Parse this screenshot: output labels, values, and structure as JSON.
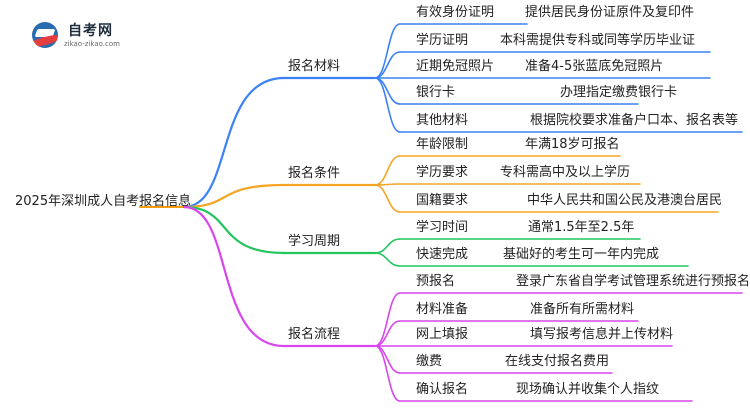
{
  "brand": {
    "name": "自考网",
    "url": "zikao-zikao.com"
  },
  "root": "2025年深圳成人自考报名信息",
  "colors": {
    "blue": "#3b82f6",
    "orange": "#f5a524",
    "green": "#22c55e",
    "purple": "#d946ef"
  },
  "branches": [
    {
      "label": "报名材料",
      "color_key": "blue",
      "items": [
        {
          "name": "有效身份证明",
          "detail": "提供居民身份证原件及复印件"
        },
        {
          "name": "学历证明",
          "detail": "本科需提供专科或同等学历毕业证"
        },
        {
          "name": "近期免冠照片",
          "detail": "准备4-5张蓝底免冠照片"
        },
        {
          "name": "银行卡",
          "detail": "办理指定缴费银行卡"
        },
        {
          "name": "其他材料",
          "detail": "根据院校要求准备户口本、报名表等"
        }
      ]
    },
    {
      "label": "报名条件",
      "color_key": "orange",
      "items": [
        {
          "name": "年龄限制",
          "detail": "年满18岁可报名"
        },
        {
          "name": "学历要求",
          "detail": "专科需高中及以上学历"
        },
        {
          "name": "国籍要求",
          "detail": "中华人民共和国公民及港澳台居民"
        }
      ]
    },
    {
      "label": "学习周期",
      "color_key": "green",
      "items": [
        {
          "name": "学习时间",
          "detail": "通常1.5年至2.5年"
        },
        {
          "name": "快速完成",
          "detail": "基础好的考生可一年内完成"
        }
      ]
    },
    {
      "label": "报名流程",
      "color_key": "purple",
      "items": [
        {
          "name": "预报名",
          "detail": "登录广东省自学考试管理系统进行预报名"
        },
        {
          "name": "材料准备",
          "detail": "准备所有所需材料"
        },
        {
          "name": "网上填报",
          "detail": "填写报考信息并上传材料"
        },
        {
          "name": "缴费",
          "detail": "在线支付报名费用"
        },
        {
          "name": "确认报名",
          "detail": "现场确认并收集个人指纹"
        }
      ]
    }
  ]
}
